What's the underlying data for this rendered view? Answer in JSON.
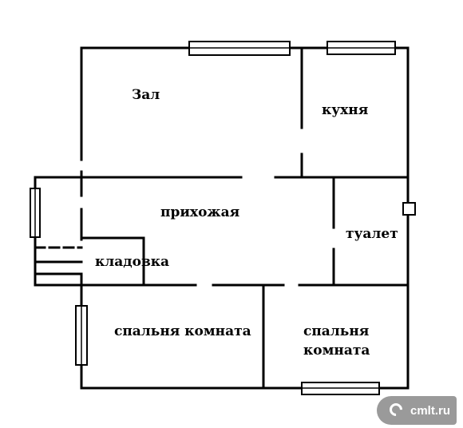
{
  "rooms": {
    "hall": "Зал",
    "kitchen": "кухня",
    "hallway": "прихожая",
    "toilet": "туалет",
    "pantry": "кладовка",
    "bedroom_left": "спальня комната",
    "bedroom_right_line1": "спальня",
    "bedroom_right_line2": "комната"
  },
  "watermark": {
    "text": "cmlt.ru",
    "icon": "cmlt-logo-icon"
  }
}
